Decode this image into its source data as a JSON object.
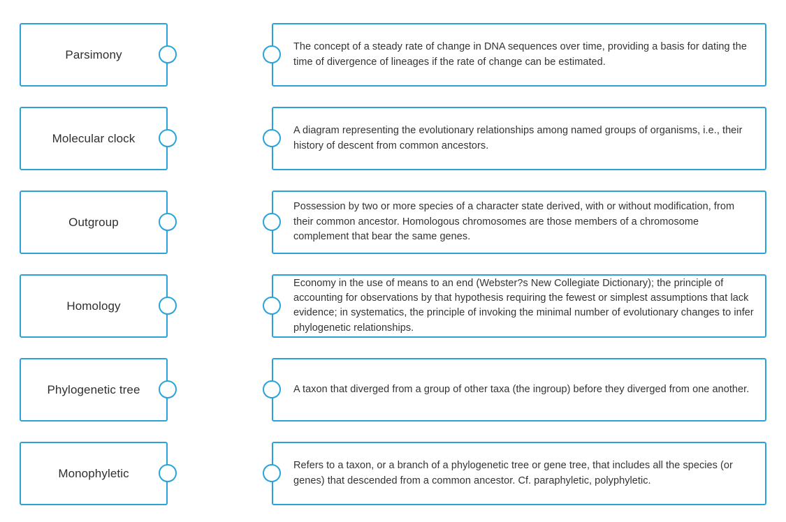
{
  "diagram": {
    "type": "matching-diagram",
    "accent_color": "#29a3dc",
    "text_color": "#333333",
    "background_color": "#ffffff",
    "rows": [
      {
        "term": "Parsimony",
        "definition": "The concept of a steady rate of change in DNA sequences over time, providing a basis for dating the time of divergence of lineages if the rate of change can be estimated."
      },
      {
        "term": "Molecular clock",
        "definition": "A diagram representing the evolutionary relationships among named groups of organisms, i.e., their history of descent from common ancestors."
      },
      {
        "term": "Outgroup",
        "definition": "Possession by two or more species of a character state derived, with or without modification, from their common ancestor. Homologous chromosomes are those members of a chromosome complement that bear the same genes."
      },
      {
        "term": "Homology",
        "definition": "Economy in the use of means to an end (Webster?s New Collegiate Dictionary); the principle of accounting for observations by that hypothesis requiring the fewest or simplest assumptions that lack evidence; in systematics, the principle of invoking the minimal number of evolutionary changes to infer phylogenetic relationships."
      },
      {
        "term": "Phylogenetic tree",
        "definition": "A taxon that diverged from a group of other taxa (the ingroup) before they diverged from one another."
      },
      {
        "term": "Monophyletic",
        "definition": "Refers to a taxon, or a branch of a phylogenetic tree or gene tree, that includes all the species (or genes) that descended from a common ancestor. Cf. paraphyletic, polyphyletic."
      }
    ]
  }
}
